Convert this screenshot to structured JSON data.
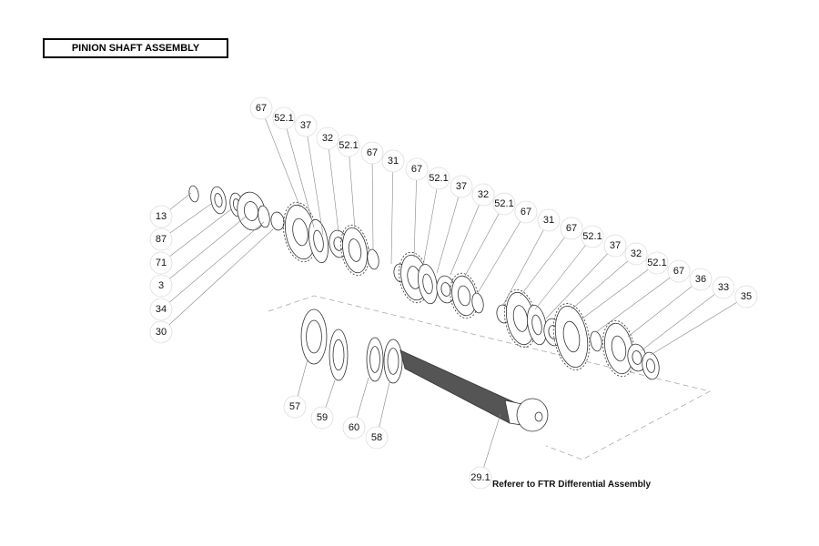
{
  "title": "PINION SHAFT ASSEMBLY",
  "callouts_top": [
    "67",
    "52.1",
    "37",
    "32",
    "52.1",
    "67",
    "31",
    "67",
    "52.1",
    "37",
    "32",
    "52.1",
    "67",
    "31",
    "67",
    "52.1",
    "37",
    "32",
    "52.1",
    "67",
    "36",
    "33",
    "35"
  ],
  "callouts_left": [
    "13",
    "87",
    "71",
    "3",
    "34",
    "30"
  ],
  "callouts_bottom": [
    "57",
    "59",
    "60",
    "58",
    "29.1"
  ],
  "note": "Referer to FTR Differential Assembly"
}
